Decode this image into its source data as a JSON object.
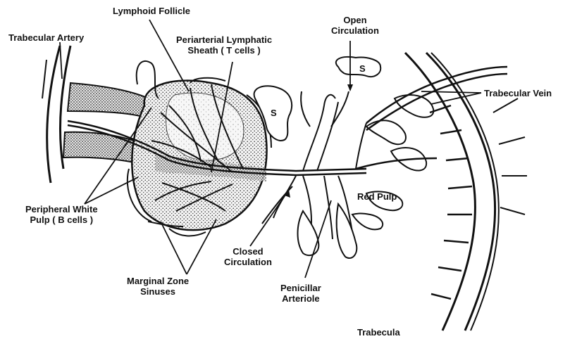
{
  "labels": {
    "trabecular_artery": "Trabecular Artery",
    "lymphoid_follicle": "Lymphoid Follicle",
    "pals": [
      "Periarterial Lymphatic",
      "Sheath ( T cells )"
    ],
    "open_circulation": [
      "Open",
      "Circulation"
    ],
    "trabecular_vein": "Trabecular Vein",
    "peripheral_white_pulp": [
      "Peripheral White",
      "Pulp ( B cells )"
    ],
    "red_pulp": "Red Pulp",
    "closed_circulation": [
      "Closed",
      "Circulation"
    ],
    "marginal_zone_sinuses": [
      "Marginal Zone",
      "Sinuses"
    ],
    "penicillar_arteriole": [
      "Penicillar",
      "Arteriole"
    ],
    "trabecula": "Trabecula",
    "sinus_marker": "S"
  }
}
